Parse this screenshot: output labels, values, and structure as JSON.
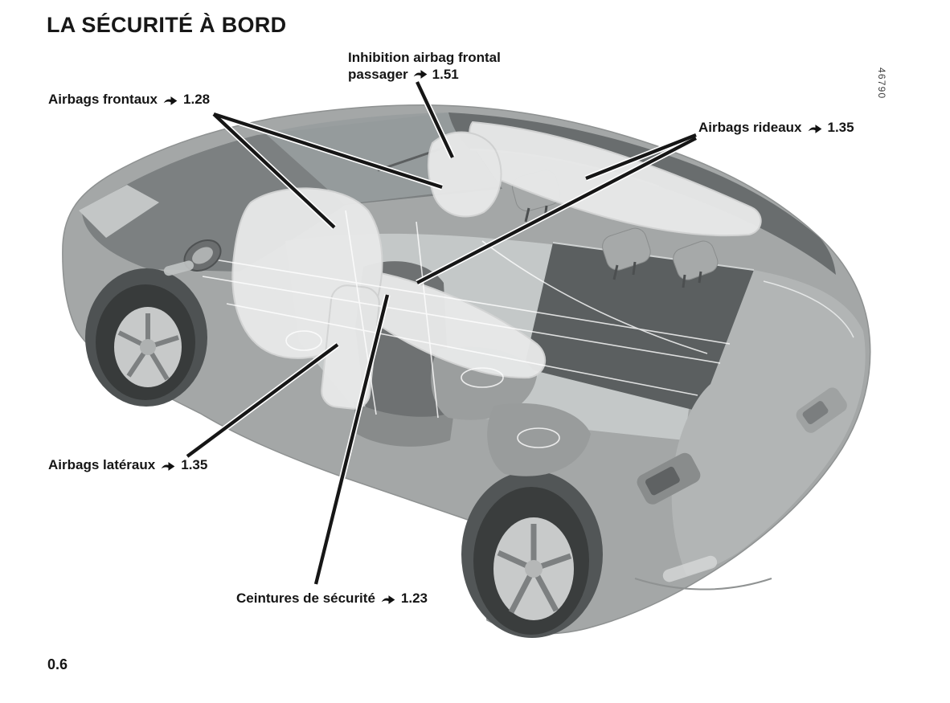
{
  "page": {
    "title": "LA SÉCURITÉ À BORD",
    "page_number": "0.6",
    "figure_code": "46790"
  },
  "icons": {
    "cross_ref_arrow": "➥"
  },
  "callouts": {
    "inhibition_airbag": {
      "line1": "Inhibition airbag frontal",
      "line2": "passager",
      "ref": "1.51"
    },
    "airbags_frontaux": {
      "label": "Airbags frontaux",
      "ref": "1.28"
    },
    "airbags_rideaux": {
      "label": "Airbags rideaux",
      "ref": "1.35"
    },
    "airbags_lateraux": {
      "label": "Airbags latéraux",
      "ref": "1.35"
    },
    "ceintures": {
      "label": "Ceintures de sécurité",
      "ref": "1.23"
    }
  }
}
